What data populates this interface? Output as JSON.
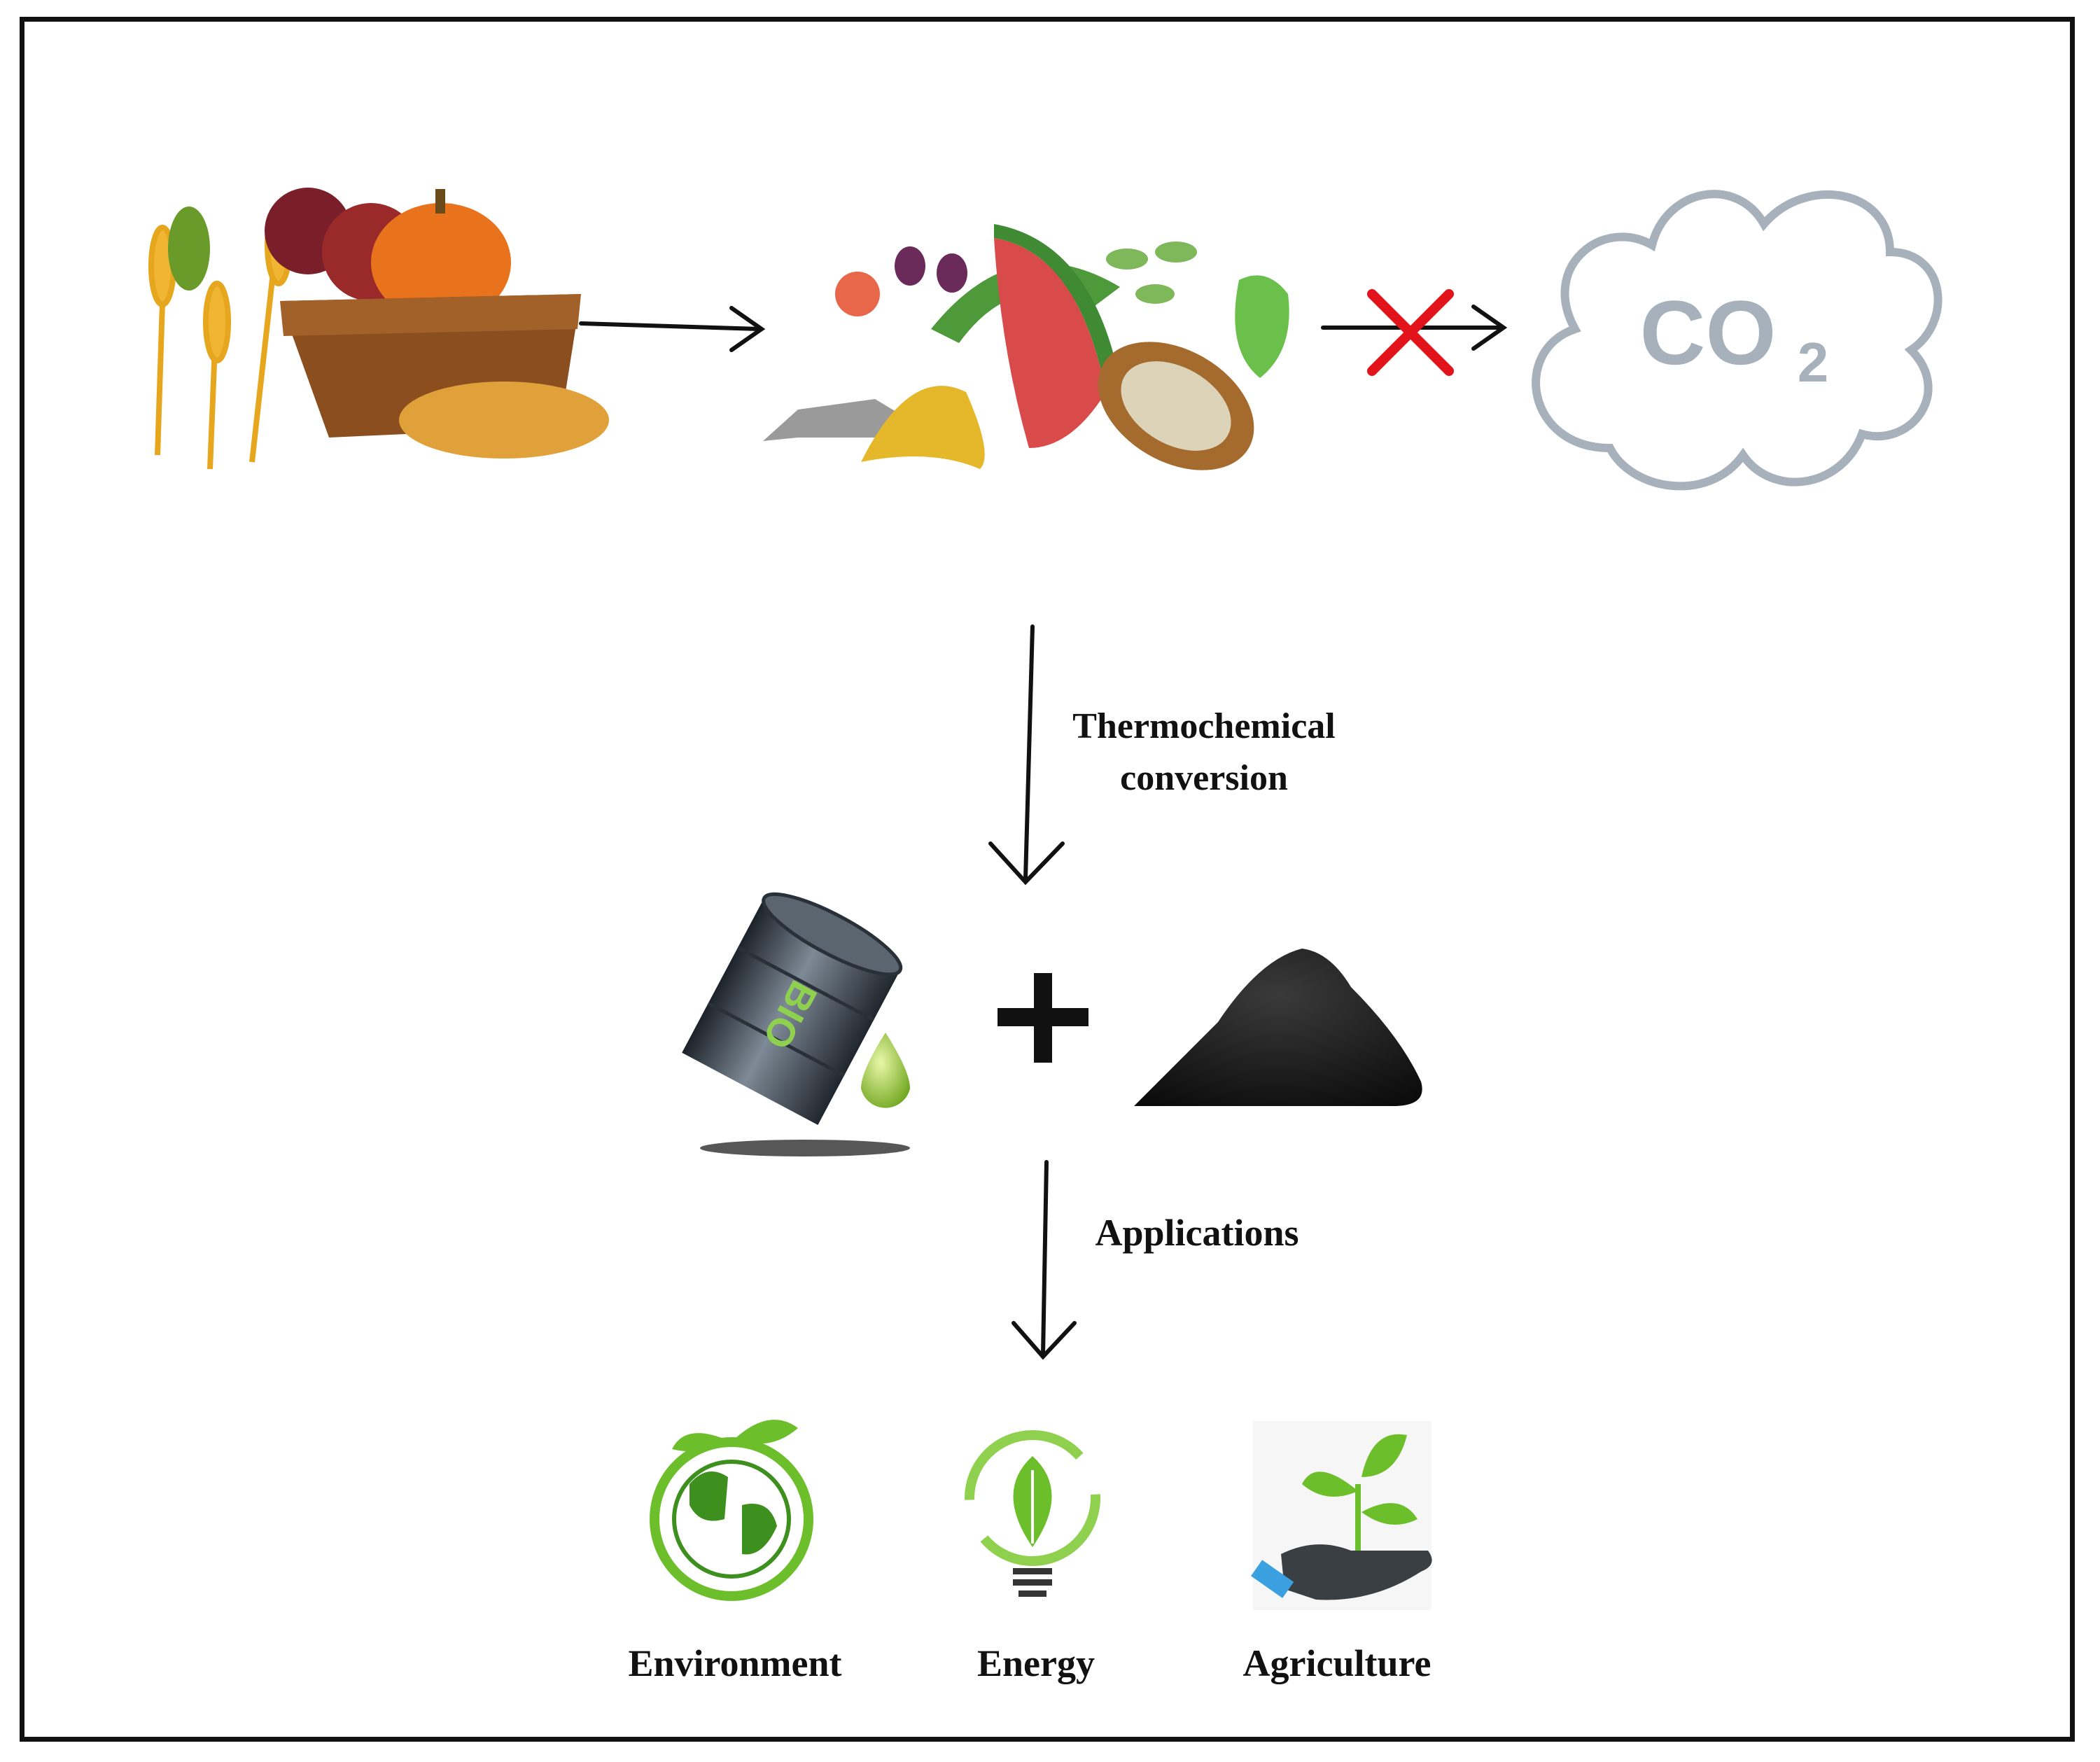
{
  "co2": {
    "base": "CO",
    "sub": "2"
  },
  "barrel": {
    "label": "BIO"
  },
  "steps": {
    "conversion_line1": "Thermochemical",
    "conversion_line2": "conversion",
    "applications": "Applications"
  },
  "applications": [
    {
      "label": "Environment",
      "icon": "earth-leaves-icon"
    },
    {
      "label": "Energy",
      "icon": "leaf-bulb-icon"
    },
    {
      "label": "Agriculture",
      "icon": "hand-sprout-icon"
    }
  ],
  "colors": {
    "arrow": "#111111",
    "block": "#e3131b",
    "cloud": "#a7b1bb",
    "green": "#6cbf2a",
    "char": "#141414"
  }
}
